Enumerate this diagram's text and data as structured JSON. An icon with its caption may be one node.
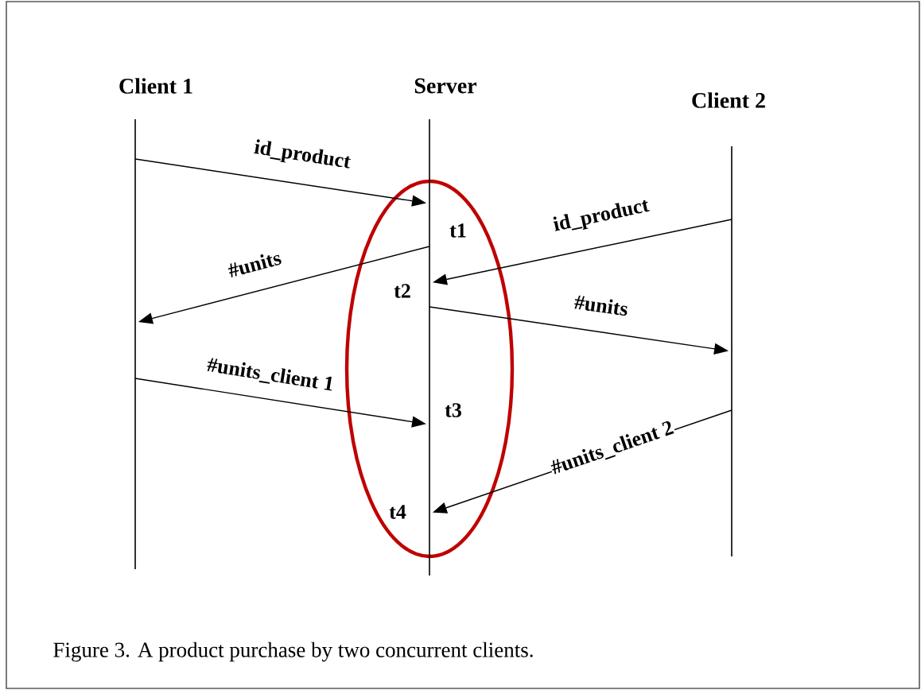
{
  "diagram": {
    "nodes": [
      {
        "text": [
          "Client 1"
        ]
      },
      {
        "text": [
          "Server"
        ]
      },
      {
        "text": [
          "Client 2"
        ]
      }
    ],
    "edges": [
      {
        "from": 0,
        "to": 1,
        "arrow": "to",
        "label": "id_product"
      },
      {
        "from": 1,
        "to": 0,
        "arrow": "to",
        "label": "#units"
      },
      {
        "from": 2,
        "to": 1,
        "arrow": "to",
        "label": "id_product"
      },
      {
        "from": 1,
        "to": 2,
        "arrow": "to",
        "label": "#units"
      },
      {
        "from": 0,
        "to": 1,
        "arrow": "to",
        "label": "#units_client 1"
      },
      {
        "from": 2,
        "to": 1,
        "arrow": "to",
        "label": "#units_client 2"
      }
    ],
    "labels": [
      "t1",
      "t2",
      "t3",
      "t4"
    ],
    "caption": "Figure 3. A product purchase by two concurrent clients."
  }
}
